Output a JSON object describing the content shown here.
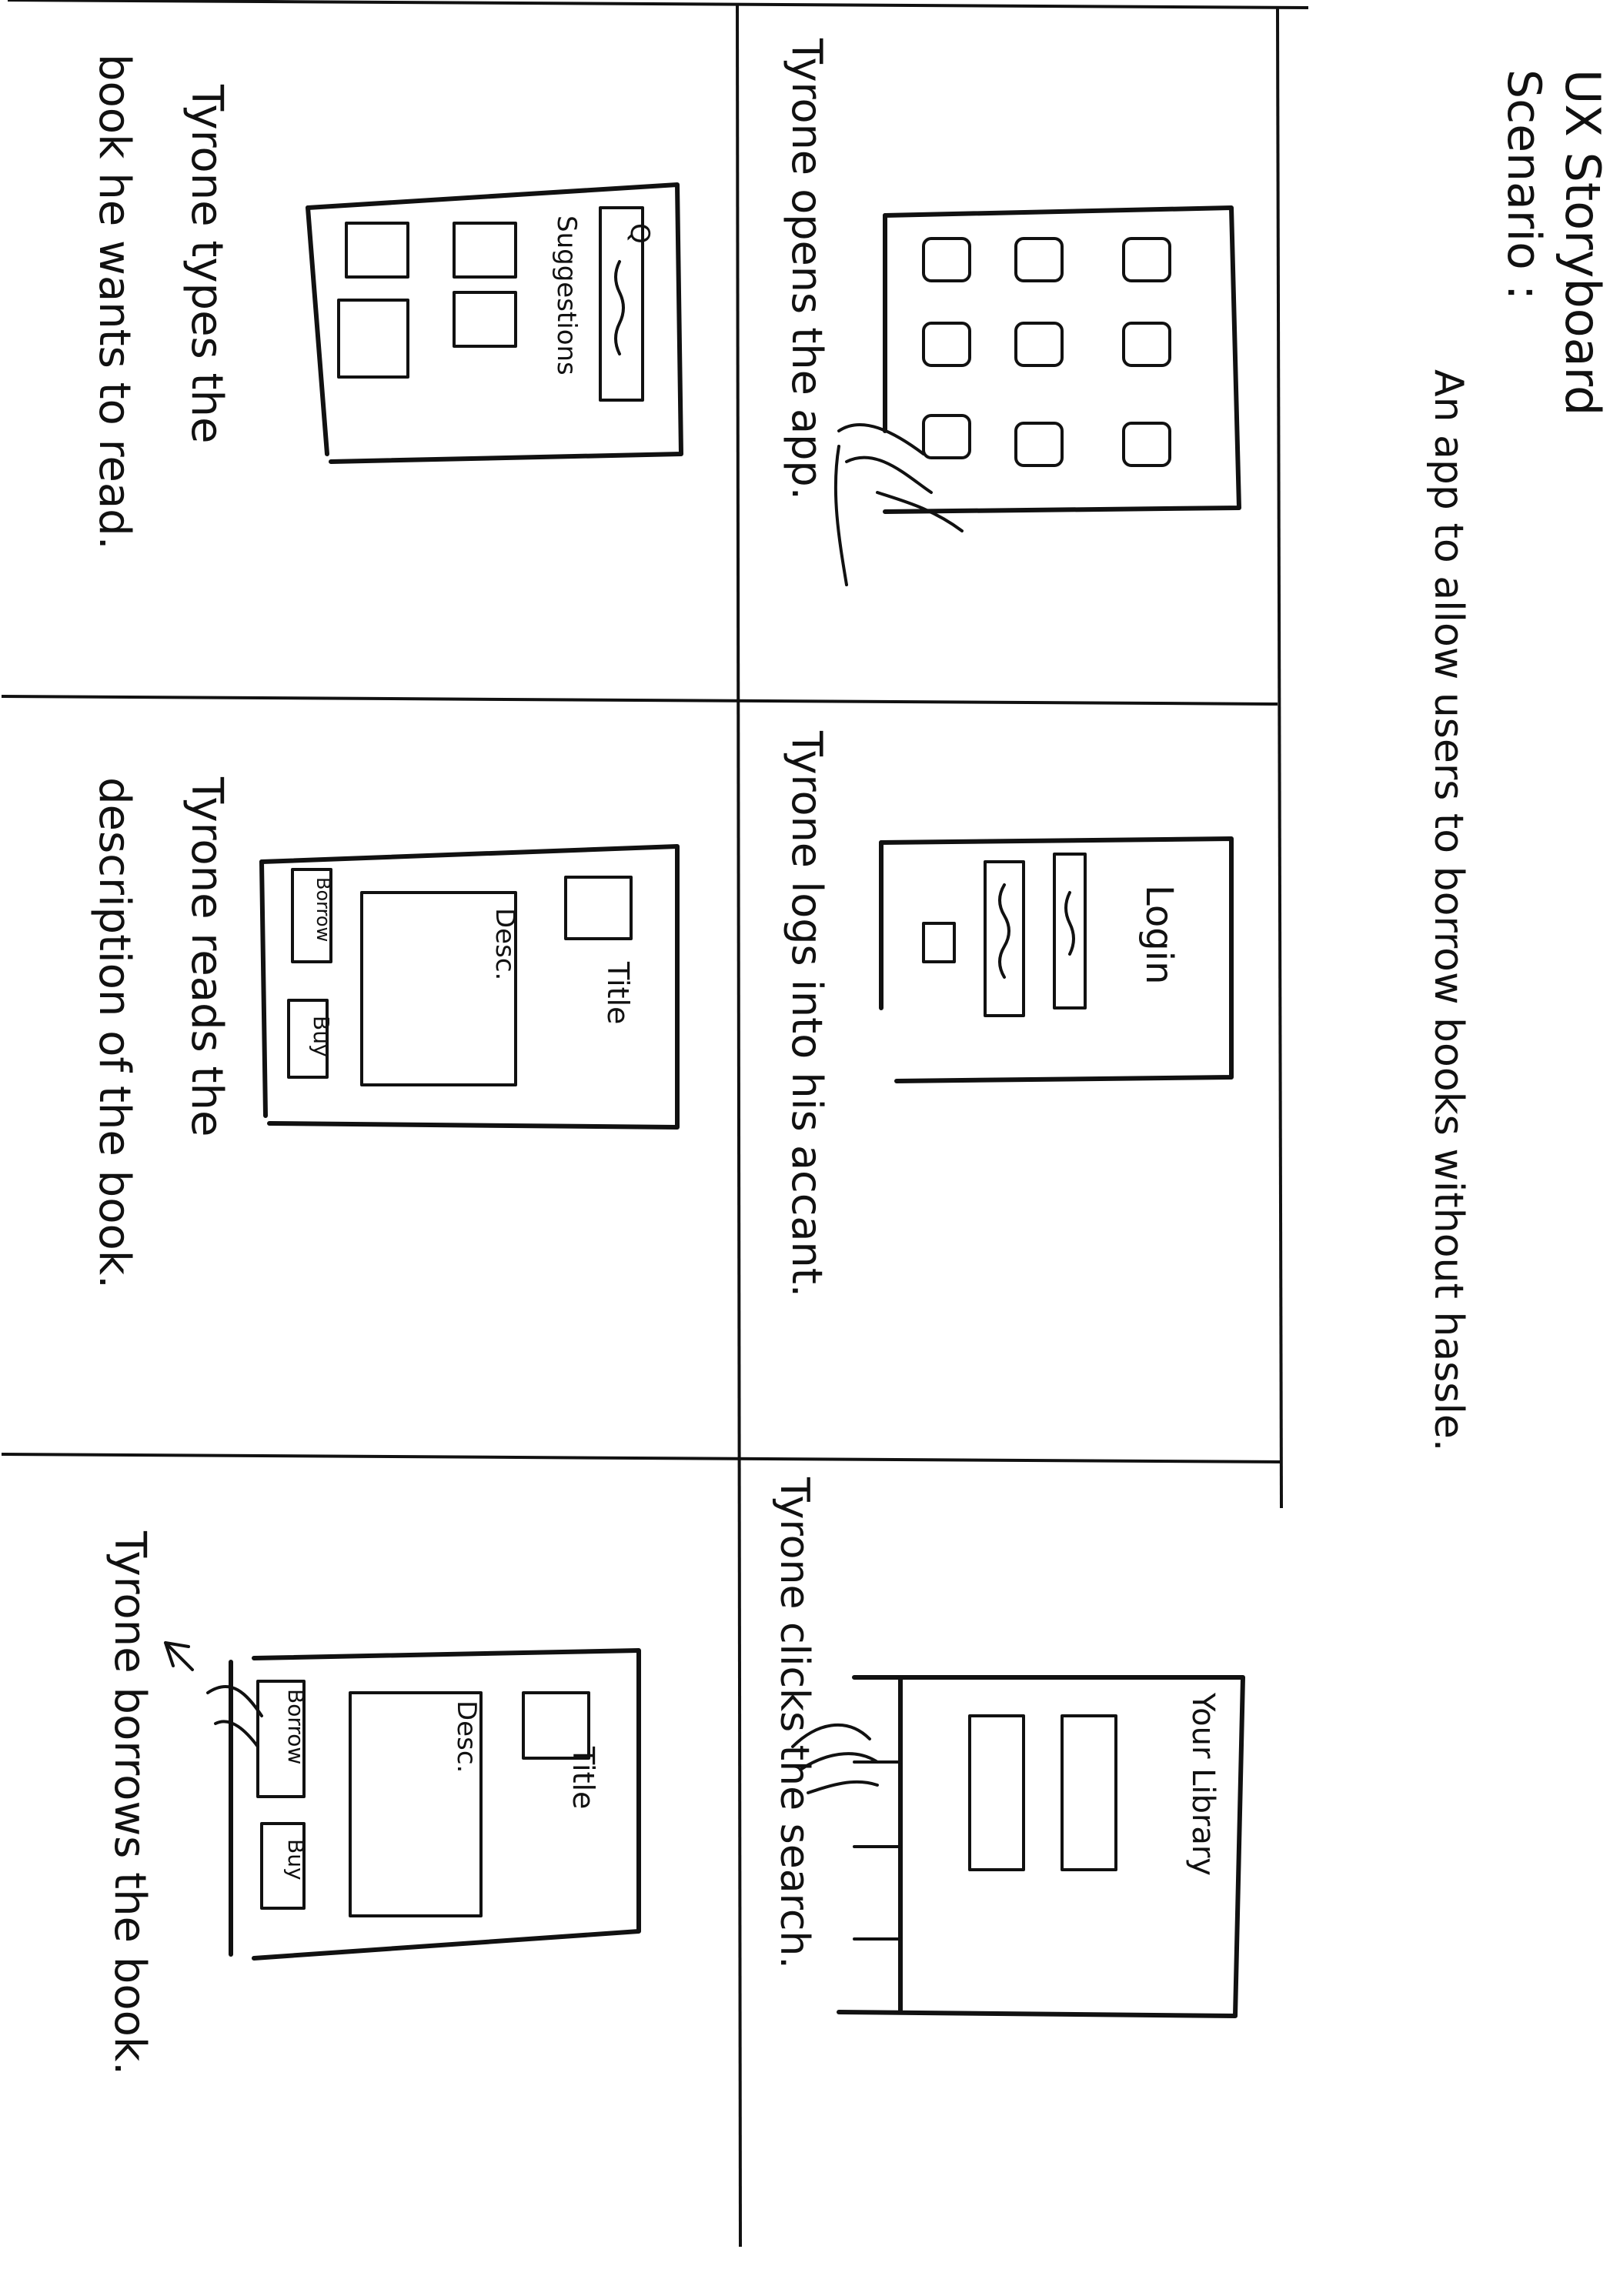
{
  "header": {
    "title": "UX Storyboard",
    "scenario_label": "Scenario :",
    "scenario_text": "An app to allow users to borrow books without hassle."
  },
  "panels": [
    {
      "caption": "Tyrone opens the app."
    },
    {
      "caption": "Tyrone logs into his accant."
    },
    {
      "caption": "Tyrone clicks the search."
    },
    {
      "caption_lines": [
        "Tyrone types the",
        "book he wants to read."
      ]
    },
    {
      "caption_lines": [
        "Tyrone reads the",
        "description of the book."
      ]
    },
    {
      "caption": "Tyrone borrows the book."
    }
  ],
  "sketches": {
    "search_suggestions": {
      "search_glyph": "Q",
      "suggestions_label": "Suggestions"
    },
    "login": {
      "title": "Login"
    },
    "library": {
      "title": "Your Library"
    },
    "book_detail_1": {
      "title": "Title",
      "desc": "Desc.",
      "borrow": "Borrow",
      "buy": "Buy"
    },
    "book_detail_2": {
      "title": "Title",
      "desc": "Desc.",
      "borrow": "Borrow",
      "buy": "Buy"
    }
  },
  "icons": [
    "hand-pointer-icon",
    "hand-pointer-icon",
    "hand-pointer-icon",
    "arrow-icon"
  ]
}
